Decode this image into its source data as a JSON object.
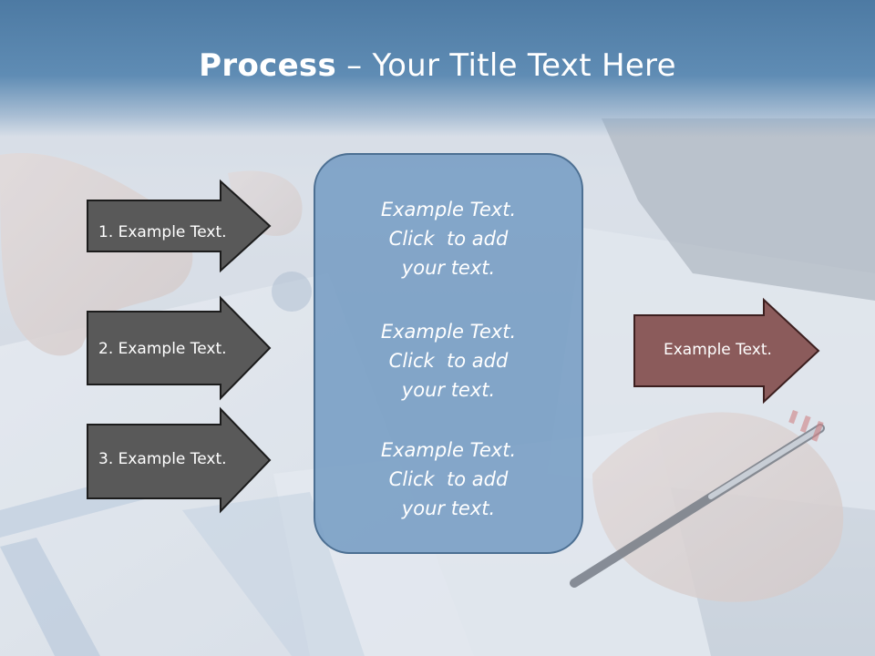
{
  "slide": {
    "title_bold": "Process",
    "title_rest": " – Your Title Text Here"
  },
  "left_steps": [
    {
      "label": "1. Example Text."
    },
    {
      "label": "2. Example Text."
    },
    {
      "label": "3. Example Text."
    }
  ],
  "center_blocks": [
    {
      "lines": [
        "Example Text.",
        "Click  to add",
        "your text."
      ]
    },
    {
      "lines": [
        "Example Text.",
        "Click  to add",
        "your text."
      ]
    },
    {
      "lines": [
        "Example Text.",
        "Click  to add",
        "your text."
      ]
    }
  ],
  "output_arrow": {
    "label": "Example Text."
  },
  "colors": {
    "title_band": "#5a87b0",
    "step_arrow": "#595959",
    "center_box": "#7a9fc6",
    "output_arrow": "#8b5b5b"
  }
}
